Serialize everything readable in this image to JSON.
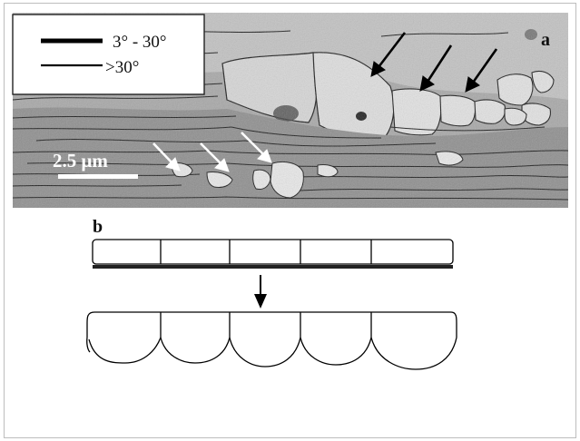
{
  "legend": {
    "items": [
      {
        "label": "3° - 30°",
        "line_style": "thick"
      },
      {
        "label": ">30°",
        "line_style": "thin"
      }
    ]
  },
  "panel_a": {
    "label": "a",
    "scale_bar": {
      "label": "2.5 μm"
    },
    "colors": {
      "micrograph_base": "#9a9a9a",
      "boundary": "#1a1a1a",
      "arrow": "#ffffff"
    }
  },
  "panel_b": {
    "label": "b",
    "colors": {
      "line": "#000000",
      "base_line": "#333333"
    }
  }
}
